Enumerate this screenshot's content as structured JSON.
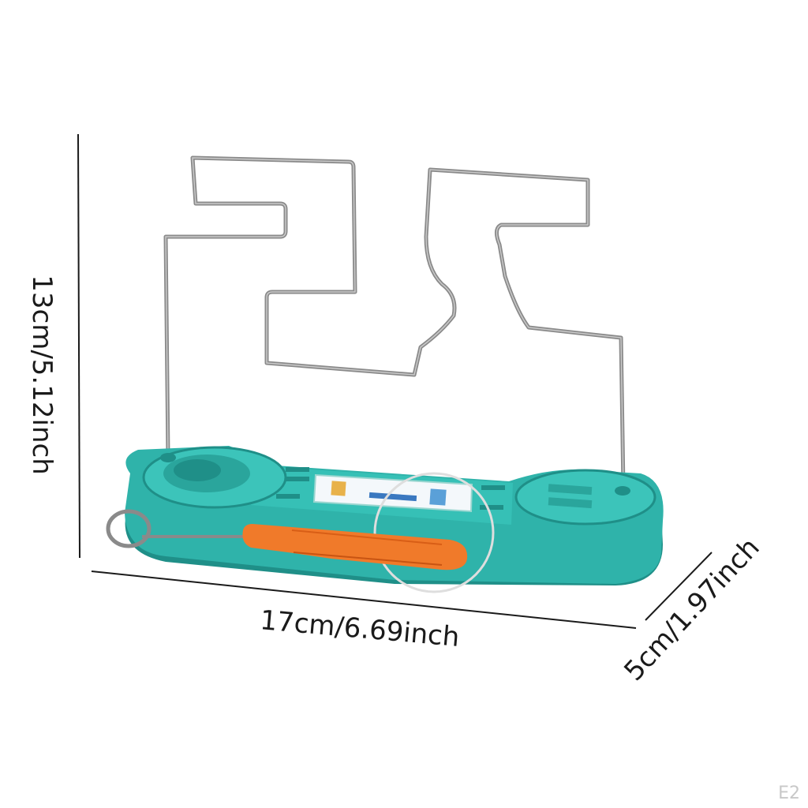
{
  "product": {
    "name": "Wire maze buzz game toy",
    "colors": {
      "base": "#2fb3aa",
      "base_dark": "#1f8f88",
      "wire": "#8f8f8f",
      "handle": "#f07a2a",
      "cord": "#e6e6e6"
    }
  },
  "dimensions": {
    "height_label": "13cm/5.12inch",
    "width_label": "17cm/6.69inch",
    "depth_label": "5cm/1.97inch"
  },
  "corner_mark": "E2"
}
